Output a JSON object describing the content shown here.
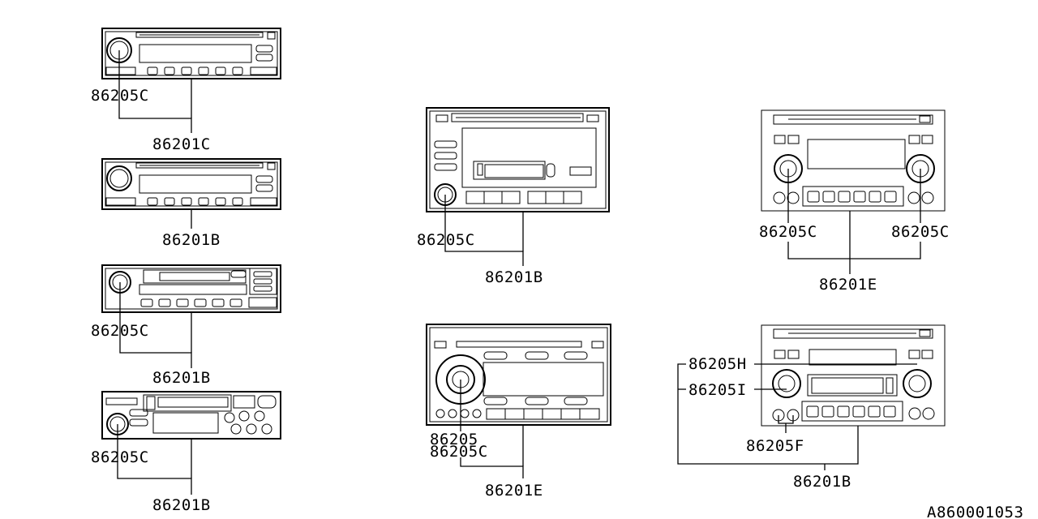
{
  "labels": {
    "r1_knob": "86205C",
    "r1_unit": "86201C",
    "r2_unit": "86201B",
    "r3_knob": "86205C",
    "r3_unit": "86201B",
    "r4_knob": "86205C",
    "r4_unit": "86201B",
    "r5_knob": "86205C",
    "r5_unit": "86201B",
    "r6_knob_a": "86205",
    "r6_knob_b": "86205C",
    "r6_unit": "86201E",
    "r7_knob_left": "86205C",
    "r7_knob_right": "86205C",
    "r7_unit": "86201E",
    "r8_knob_h": "86205H",
    "r8_knob_i": "86205I",
    "r8_knob_f": "86205F",
    "r8_unit": "86201B"
  },
  "figure_id": "A860001053"
}
